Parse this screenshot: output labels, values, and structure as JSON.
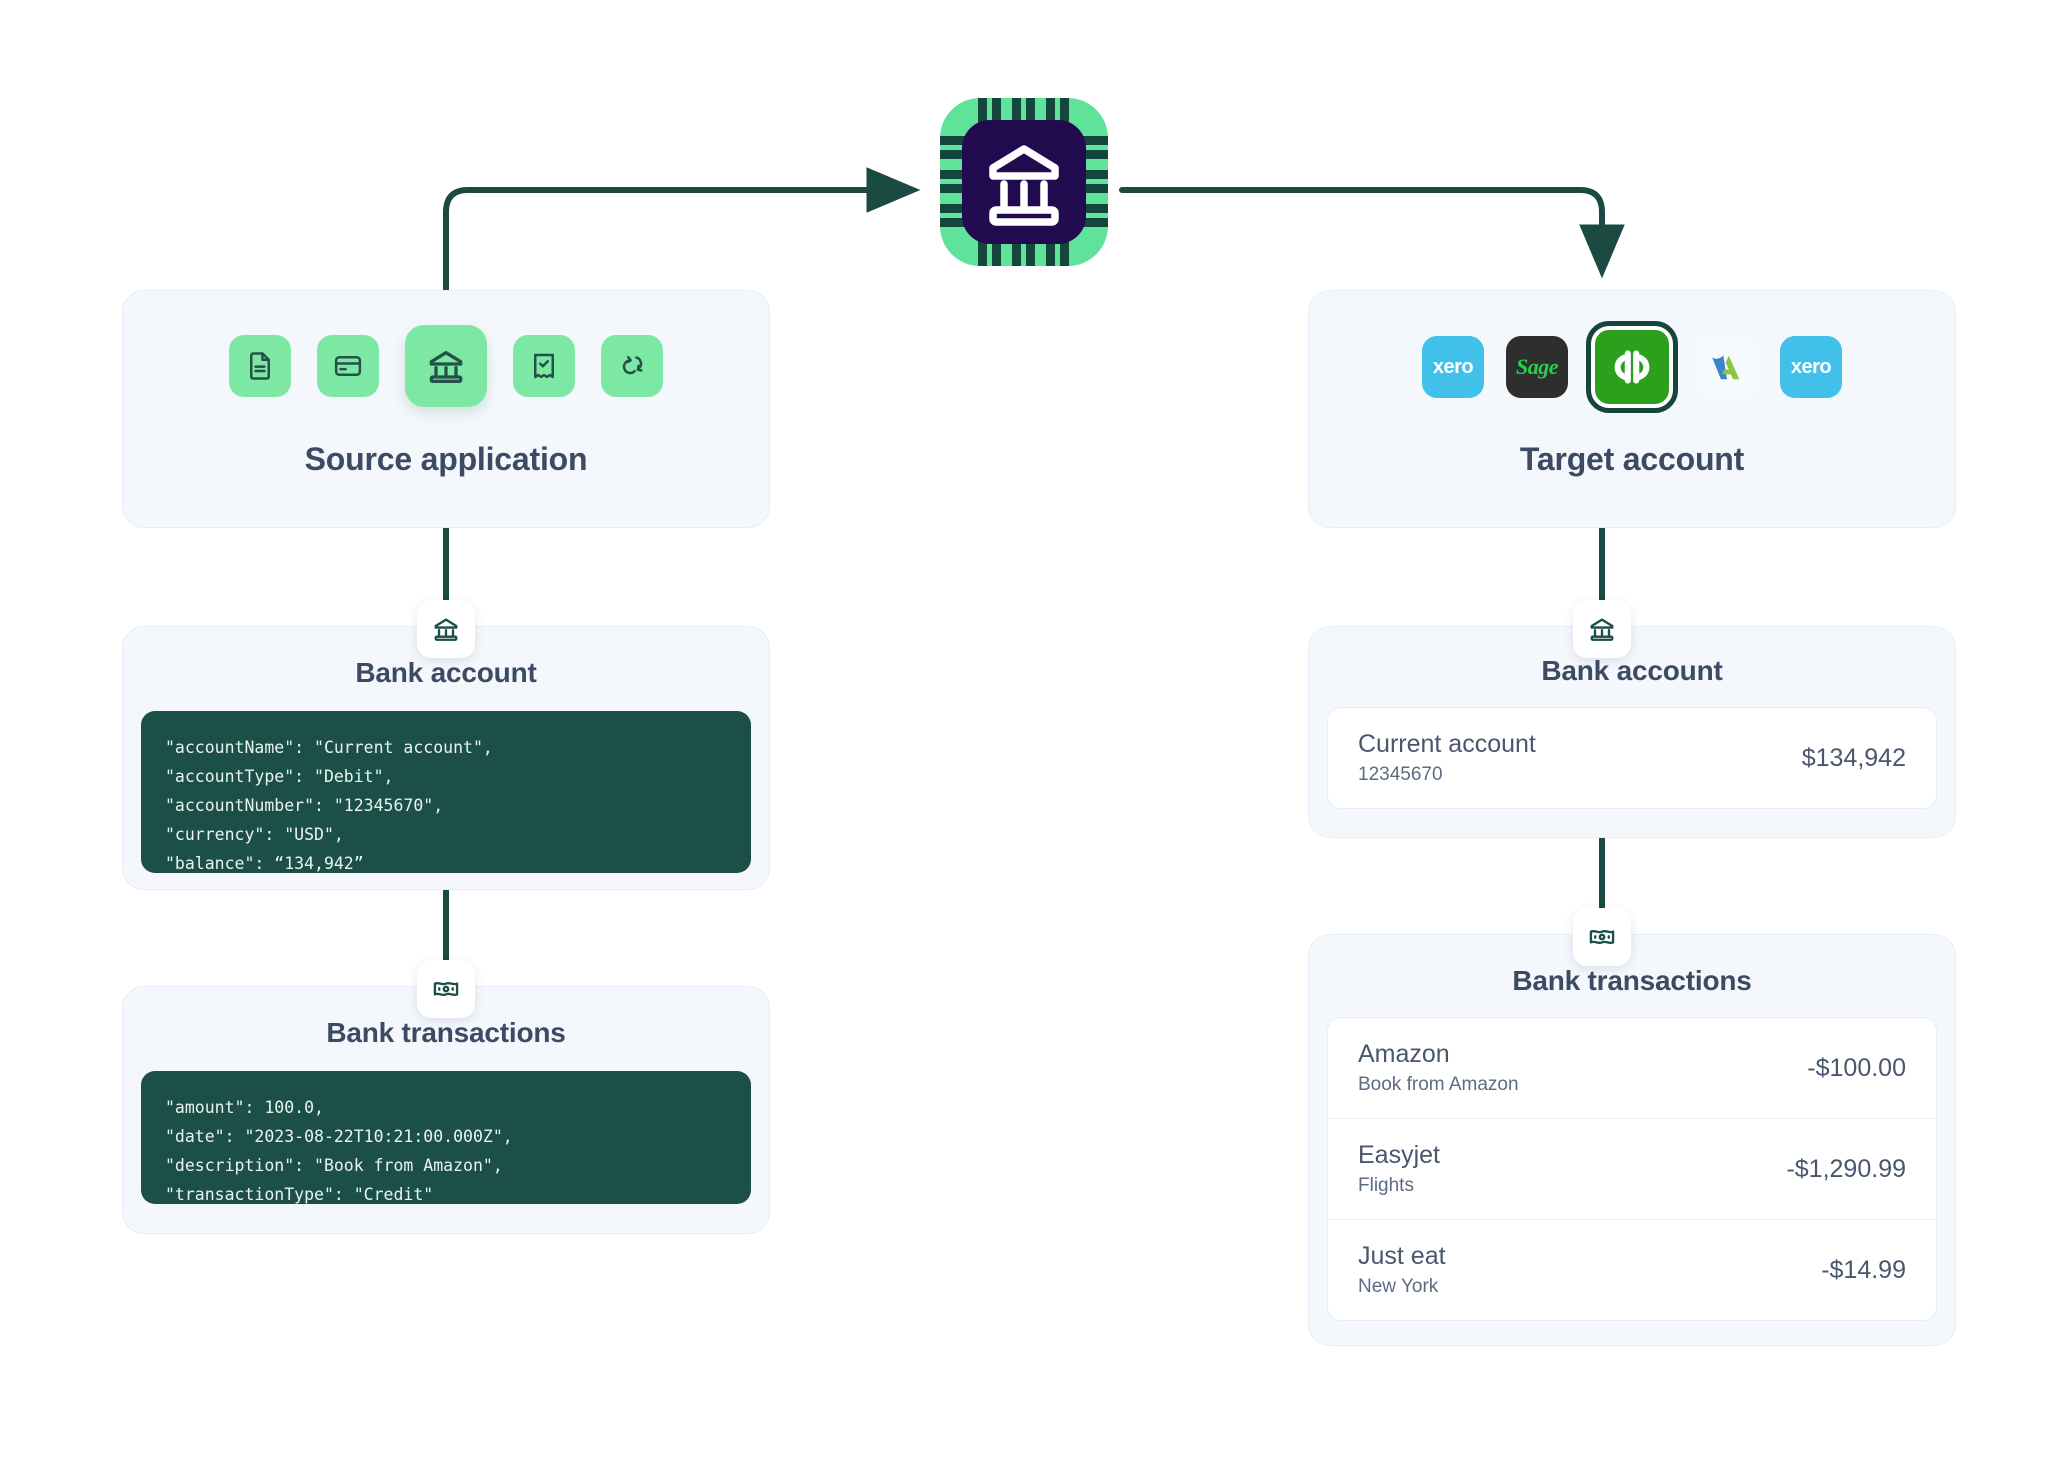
{
  "center": {
    "icon": "bank-chip-icon",
    "frame_color": "#5FE39B",
    "inner_color": "#220A4E",
    "glyph_color": "#FFFFFF"
  },
  "arrows": {
    "color": "#1A4A42",
    "left_to_chip": "source-to-chip",
    "chip_to_right": "chip-to-target"
  },
  "source": {
    "title": "Source application",
    "icons": [
      {
        "name": "document-icon",
        "selected": false
      },
      {
        "name": "credit-card-icon",
        "selected": false
      },
      {
        "name": "bank-icon",
        "selected": true
      },
      {
        "name": "receipt-check-icon",
        "selected": false
      },
      {
        "name": "sync-refresh-icon",
        "selected": false
      }
    ],
    "tile_color": "#7CE8A4",
    "glyph_color": "#245248",
    "bank_account": {
      "badge_icon": "bank-icon",
      "title": "Bank account",
      "code": "\"accountName\": \"Current account\",\n\"accountType\": \"Debit\",\n\"accountNumber\": \"12345670\",\n\"currency\": \"USD\",\n\"balance\": “134,942”"
    },
    "bank_transactions": {
      "badge_icon": "banknote-icon",
      "title": "Bank transactions",
      "code": "\"amount\": 100.0,\n\"date\": \"2023-08-22T10:21:00.000Z\",\n\"description\": \"Book from Amazon\",\n\"transactionType\": \"Credit\""
    }
  },
  "target": {
    "title": "Target account",
    "brands": [
      {
        "name": "xero-logo",
        "label": "xero",
        "selected": false
      },
      {
        "name": "sage-logo",
        "label": "Sage",
        "selected": false
      },
      {
        "name": "quickbooks-logo",
        "label": "qb",
        "selected": true
      },
      {
        "name": "freeagent-logo",
        "label": "",
        "selected": false
      },
      {
        "name": "xero-logo",
        "label": "xero",
        "selected": false
      }
    ],
    "colors": {
      "xero": "#41C0E9",
      "sage_bg": "#2E2E2E",
      "sage_text": "#27D14A",
      "quickbooks": "#2CA01C",
      "quickbooks_ring": "#14463C",
      "freeagent_blue": "#3B86C8",
      "freeagent_green": "#8CC63F"
    },
    "bank_account": {
      "badge_icon": "bank-icon",
      "title": "Bank account",
      "account": {
        "name": "Current account",
        "number": "12345670",
        "balance": "$134,942"
      }
    },
    "bank_transactions": {
      "badge_icon": "banknote-icon",
      "title": "Bank transactions",
      "items": [
        {
          "name": "Amazon",
          "description": "Book from Amazon",
          "amount": "-$100.00"
        },
        {
          "name": "Easyjet",
          "description": "Flights",
          "amount": "-$1,290.99"
        },
        {
          "name": "Just eat",
          "description": "New York",
          "amount": "-$14.99"
        }
      ]
    }
  }
}
